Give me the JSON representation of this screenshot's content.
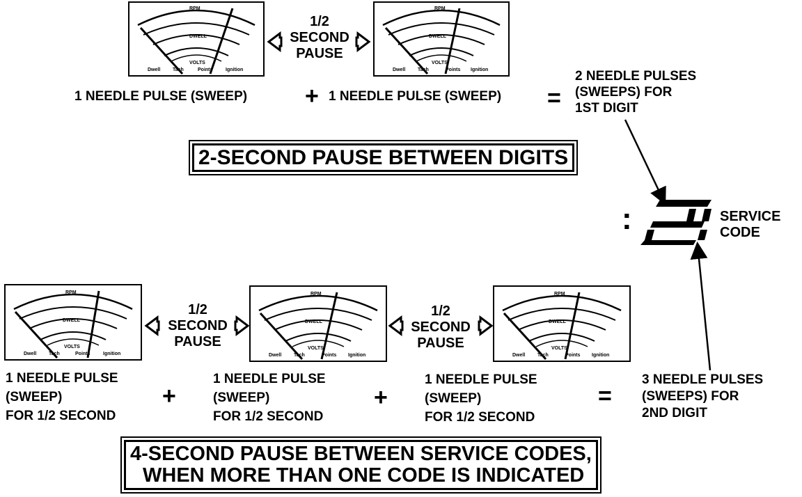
{
  "meter_face": {
    "scale_labels": [
      "RPM",
      "DWELL",
      "VOLTS"
    ],
    "bottom_labels": [
      "Dwell",
      "Tach",
      "Points",
      "Ignition"
    ]
  },
  "top_row": {
    "pause": [
      "1/2",
      "SECOND",
      "PAUSE"
    ],
    "pulse_1": "1 NEEDLE PULSE (SWEEP)",
    "plus": "+",
    "pulse_2": "1 NEEDLE PULSE (SWEEP)",
    "equals": "=",
    "result": [
      "2 NEEDLE PULSES",
      "(SWEEPS) FOR",
      "1ST DIGIT"
    ]
  },
  "digit_pause": "2-SECOND PAUSE BETWEEN DIGITS",
  "display": {
    "colon": ":",
    "code": "23",
    "label": [
      "SERVICE",
      "CODE"
    ]
  },
  "bottom_row": {
    "pause_1": [
      "1/2",
      "SECOND",
      "PAUSE"
    ],
    "pause_2": [
      "1/2",
      "SECOND",
      "PAUSE"
    ],
    "pulse_1": [
      "1 NEEDLE PULSE",
      "(SWEEP)",
      "FOR 1/2 SECOND"
    ],
    "plus_1": "+",
    "pulse_2": [
      "1 NEEDLE PULSE",
      "(SWEEP)",
      "FOR 1/2 SECOND"
    ],
    "plus_2": "+",
    "pulse_3": [
      "1 NEEDLE PULSE",
      "(SWEEP)",
      "FOR 1/2 SECOND"
    ],
    "equals": "=",
    "result": [
      "3 NEEDLE PULSES",
      "(SWEEPS) FOR",
      "2ND DIGIT"
    ]
  },
  "code_pause": [
    "4-SECOND PAUSE BETWEEN SERVICE CODES,",
    "WHEN MORE THAN ONE CODE IS INDICATED"
  ]
}
